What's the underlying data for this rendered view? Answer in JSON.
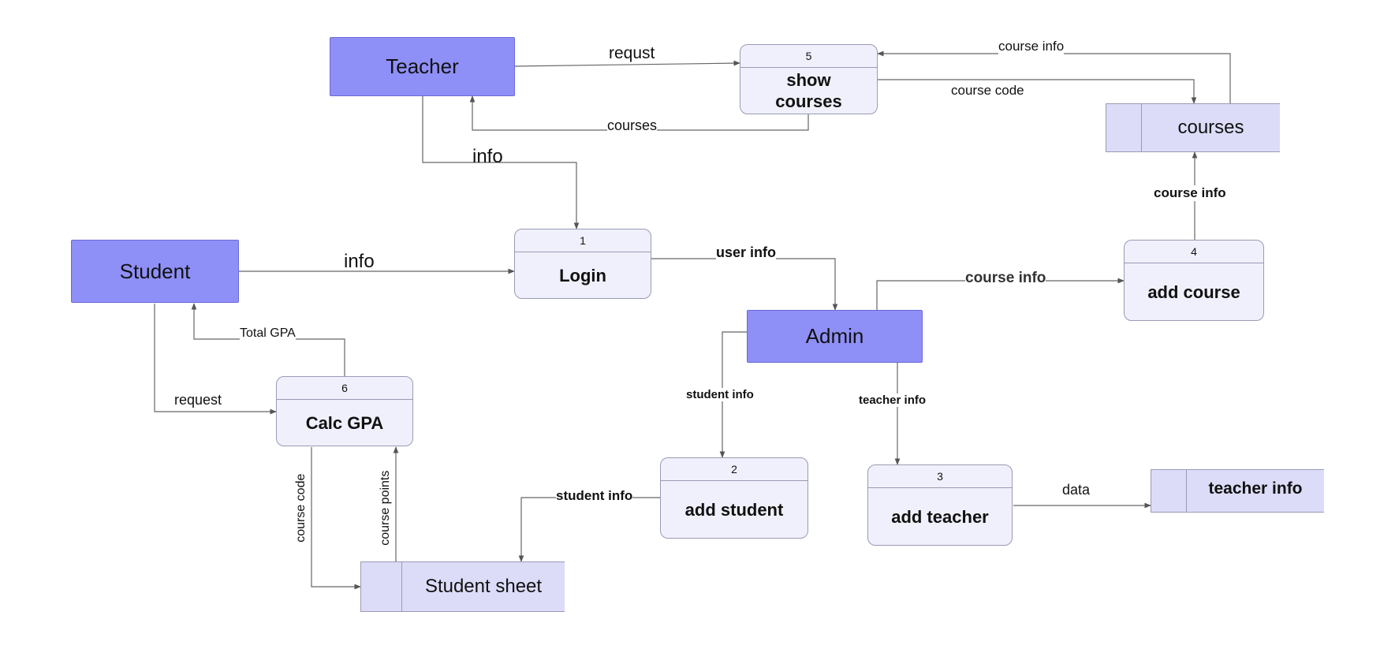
{
  "entities": {
    "teacher": "Teacher",
    "student": "Student",
    "admin": "Admin"
  },
  "processes": {
    "login": {
      "num": "1",
      "name": "Login"
    },
    "add_student": {
      "num": "2",
      "name": "add student"
    },
    "add_teacher": {
      "num": "3",
      "name": "add teacher"
    },
    "add_course": {
      "num": "4",
      "name": "add course"
    },
    "show_courses": {
      "num": "5",
      "name": "show\ncourses"
    },
    "calc_gpa": {
      "num": "6",
      "name": "Calc GPA"
    }
  },
  "stores": {
    "courses": "courses",
    "student_sheet": "Student sheet",
    "teacher_info": "teacher info"
  },
  "flows": {
    "teacher_request": "requst",
    "courses_to_teacher": "courses",
    "teacher_info": "info",
    "course_info_to_show": "course info",
    "course_code_to_courses": "course code",
    "add_course_info": "course info",
    "student_info": "info",
    "login_user_info": "user info",
    "admin_course_info": "course info",
    "total_gpa": "Total GPA",
    "student_request": "request",
    "admin_student_info": "student info",
    "admin_teacher_info": "teacher info",
    "add_student_info": "student info",
    "teacher_data": "data",
    "course_code_to_sheet": "course code",
    "course_points": "course points"
  },
  "colors": {
    "entity_fill": "#8f8ff8",
    "process_fill": "#f0f0fc",
    "store_fill": "#dcdcf8",
    "line": "#555555"
  }
}
